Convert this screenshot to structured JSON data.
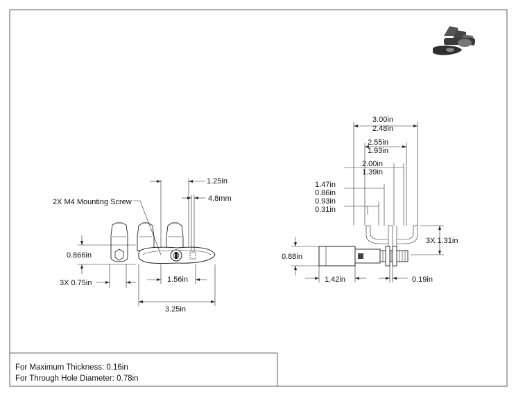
{
  "front_view": {
    "callout": "2X M4 Mounting Screw",
    "dim_top_width": "1.25in",
    "dim_screw_size": "4.8mm",
    "dim_height": "0.866in",
    "dim_pitch": "3X 0.75in",
    "dim_handle_span": "1.56in",
    "dim_overall_length": "3.25in"
  },
  "side_view": {
    "dim_overall_a": "3.00in",
    "dim_overall_b": "2.48in",
    "dim_mid_a": "2.55in",
    "dim_mid_b": "1.93in",
    "dim_inner_a": "2.00in",
    "dim_inner_b": "1.39in",
    "dim_offsets": [
      "1.47in",
      "0.86in",
      "0.93in",
      "0.31in"
    ],
    "dim_height": "3X 1.31in",
    "dim_body_height": "0.88in",
    "dim_body_length": "1.42in",
    "dim_plate_gap": "0.19in"
  },
  "notes": {
    "max_thickness": "For Maximum Thickness: 0.16in",
    "through_hole": "For Through Hole Diameter: 0.78in"
  },
  "colors": {
    "line": "#222222",
    "part_fill": "#d9d9d9",
    "part_dark": "#333333"
  },
  "icons": [
    "iso-preview-icon"
  ]
}
